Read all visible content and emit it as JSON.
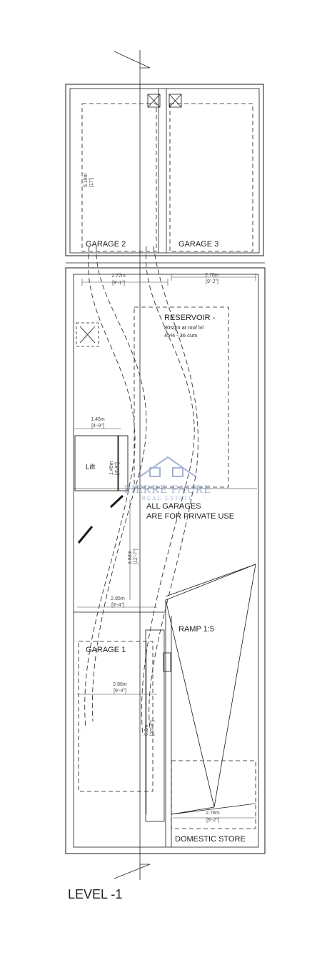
{
  "plan": {
    "level_title": "LEVEL -1",
    "rooms": {
      "garage_2": "GARAGE 2",
      "garage_3": "GARAGE 3",
      "garage_1": "GARAGE 1",
      "reservoir_title": "RESERVOIR -",
      "reservoir_line1": "80sqm at roof lvl",
      "reservoir_line2": "45% - 36 cum",
      "lift": "Lift",
      "ramp": "RAMP 1:5",
      "domestic_store": "DOMESTIC STORE"
    },
    "note": {
      "line1": "ALL GARAGES",
      "line2": "ARE FOR PRIVATE USE"
    },
    "dimensions": {
      "d1_m": "5.19m",
      "d1_ft": "[17']",
      "d2_m": "2.77m",
      "d2_ft": "[9'-1\"]",
      "d3_m": "2.78m",
      "d3_ft": "[9'-2\"]",
      "d4_m": "1.45m",
      "d4_ft": "[4'-9\"]",
      "d5_m": "1.45m",
      "d5_ft": "[4'-9\"]",
      "d6_m": "3.83m",
      "d6_ft": "[12'-7\"]",
      "d7_m": "2.85m",
      "d7_ft": "[9'-4\"]",
      "d8_m": "2.86m",
      "d8_ft": "[9'-4\"]",
      "d9_m": "6.2m",
      "d9_ft": "[20'-4\"]",
      "d10_m": "2.78m",
      "d10_ft": "[9'-2\"]"
    },
    "watermark": {
      "name": "PIERRE FAURE",
      "sub": "REAL ESTATE"
    },
    "colors": {
      "line": "#1a1a1a",
      "dashed": "#333333",
      "watermark": "#5b79b3"
    }
  }
}
